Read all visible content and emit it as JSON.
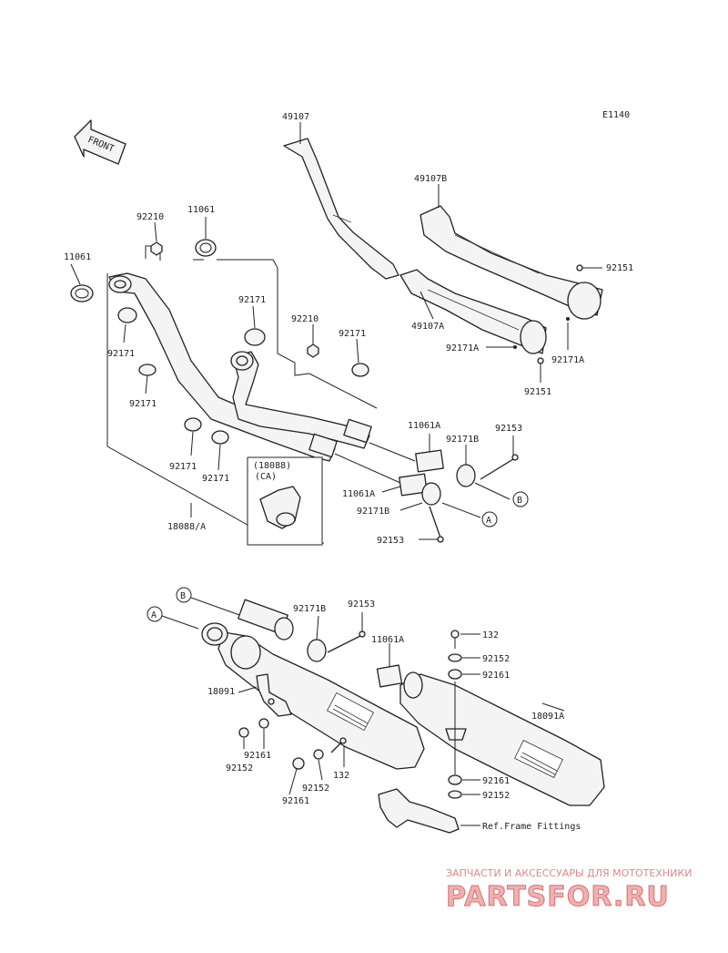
{
  "diagram": {
    "code": "E1140",
    "front_label": "FRONT",
    "callouts": {
      "p49107": "49107",
      "p49107B": "49107B",
      "p92151_a": "92151",
      "p49107A": "49107A",
      "p92171A_a": "92171A",
      "p92171A_b": "92171A",
      "p92151_b": "92151",
      "p92210_a": "92210",
      "p11061_a": "11061",
      "p11061_b": "11061",
      "p92171_a": "92171",
      "p92171_b": "92171",
      "p92210_b": "92210",
      "p92171_c": "92171",
      "p92171_d": "92171",
      "p92171_e": "92171",
      "p92171_f": "92171",
      "p18088_ref_line1": "(18088)",
      "p18088_ref_line2": "(CA)",
      "p18088A": "18088/A",
      "p11061A_a": "11061A",
      "p92153_a": "92153",
      "p92171B_a": "92171B",
      "p11061A_b": "11061A",
      "p92171B_b": "92171B",
      "p92153_b": "92153",
      "p92171B_c": "92171B",
      "p92153_c": "92153",
      "p11061A_c": "11061A",
      "p132_a": "132",
      "p92152_a": "92152",
      "p92161_a": "92161",
      "p18091": "18091",
      "p18091A": "18091A",
      "p92161_b": "92161",
      "p92152_b": "92152",
      "p132_b": "132",
      "p92152_c": "92152",
      "p92161_c": "92161",
      "p92161_d": "92161",
      "p92152_d": "92152",
      "ref_frame": "Ref.Frame Fittings"
    },
    "connectors": {
      "a_top": "A",
      "b_top": "B",
      "a_bottom": "A",
      "b_bottom": "B"
    }
  },
  "watermark": {
    "tagline": "ЗАПЧАСТИ И АКСЕССУАРЫ ДЛЯ МОТОТЕХНИКИ",
    "logo": "PARTSFOR.RU"
  }
}
